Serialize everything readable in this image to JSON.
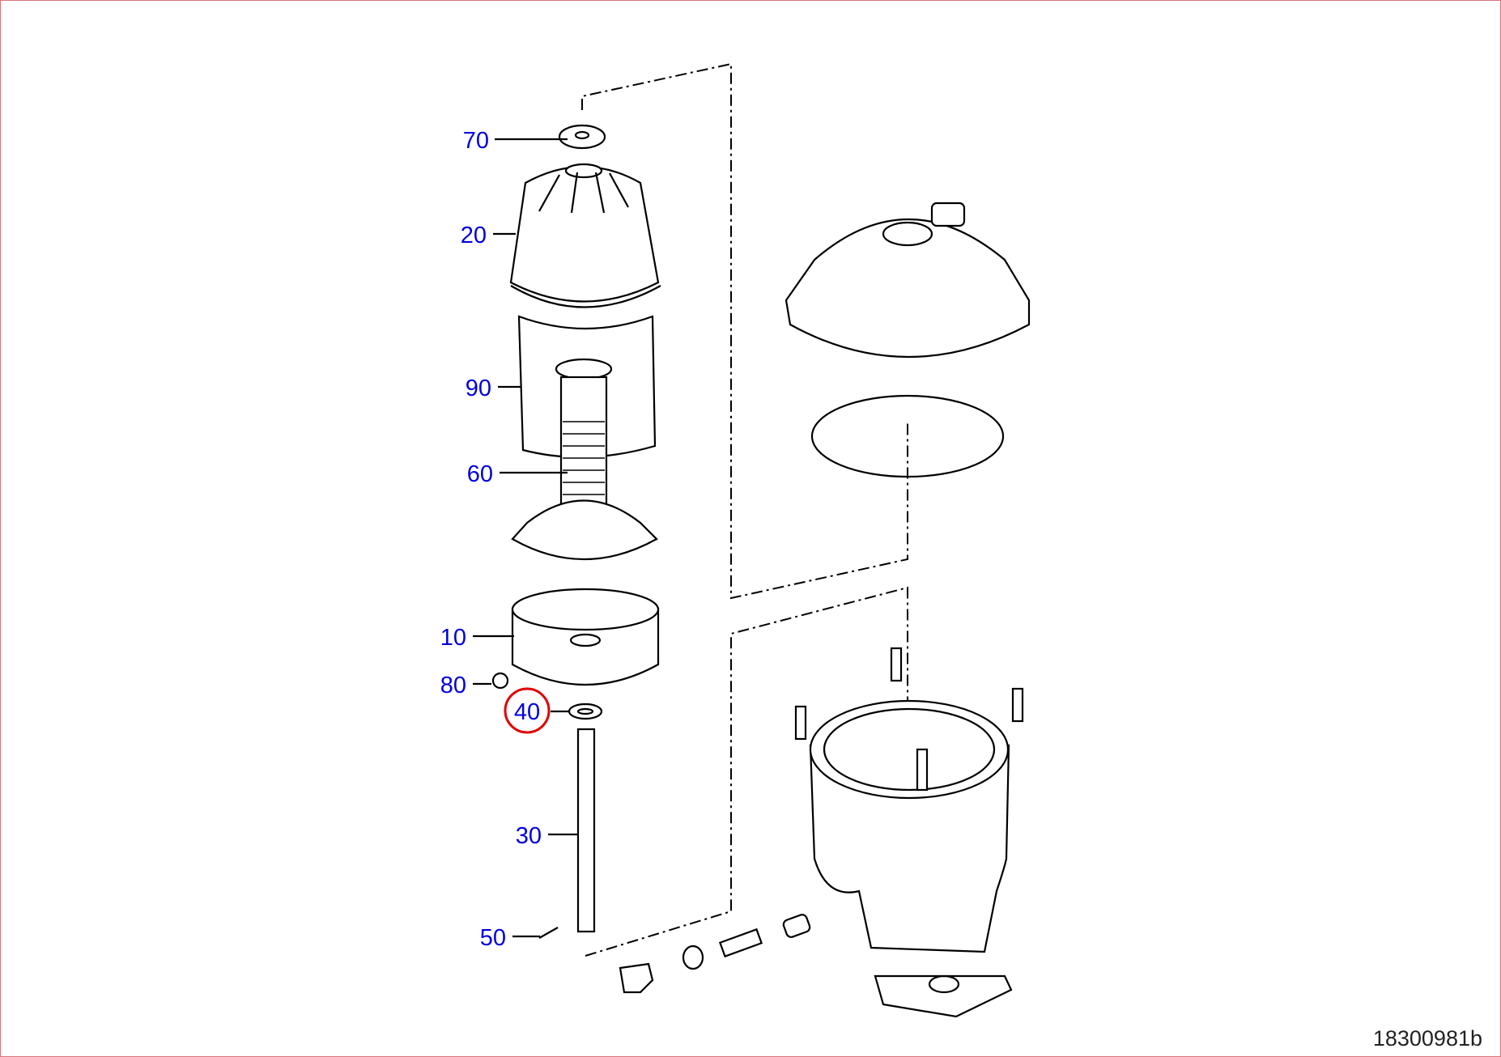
{
  "diagram": {
    "callouts": [
      {
        "id": "70",
        "label": "70"
      },
      {
        "id": "20",
        "label": "20"
      },
      {
        "id": "90",
        "label": "90"
      },
      {
        "id": "60",
        "label": "60"
      },
      {
        "id": "10",
        "label": "10"
      },
      {
        "id": "80",
        "label": "80"
      },
      {
        "id": "40",
        "label": "40",
        "highlighted": true
      },
      {
        "id": "30",
        "label": "30"
      },
      {
        "id": "50",
        "label": "50"
      }
    ],
    "highlight_color": "#e00000",
    "label_color": "#0000e0",
    "document_id": "18300981b"
  }
}
